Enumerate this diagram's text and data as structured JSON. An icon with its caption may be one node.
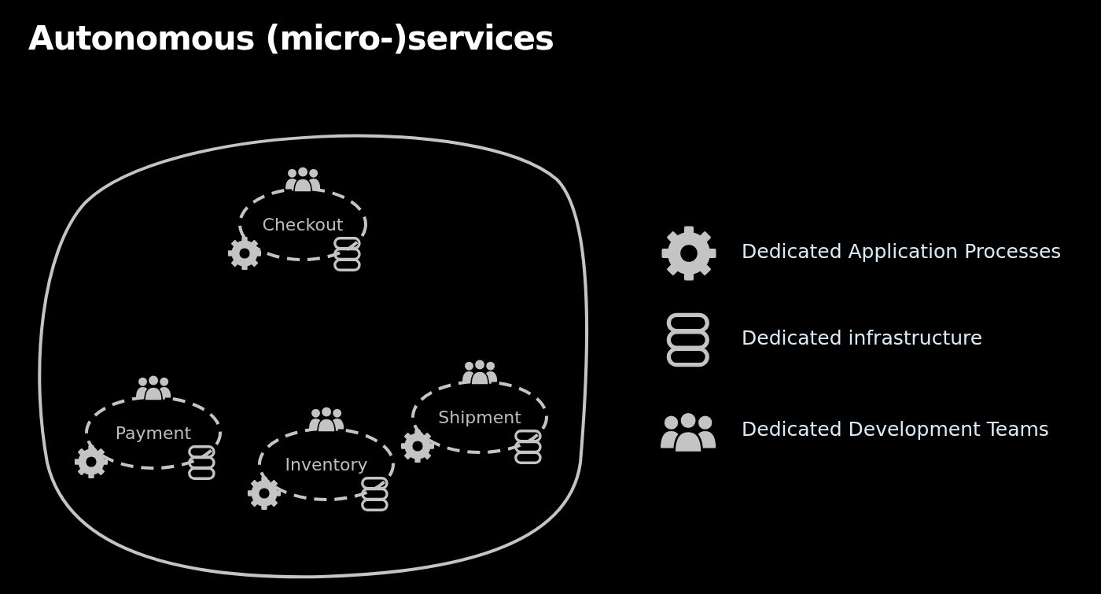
{
  "diagram": {
    "title": "Autonomous (micro-)services",
    "nodes": [
      {
        "text": [],
        "shape": "cloud"
      },
      {
        "text": [
          "Checkout"
        ],
        "in": 0
      },
      {
        "text": [
          "Payment"
        ],
        "in": 0
      },
      {
        "text": [
          "Inventory"
        ],
        "in": 0
      },
      {
        "text": [
          "Shipment"
        ],
        "in": 0
      }
    ],
    "edges": [],
    "legend": [
      {
        "text": "Dedicated Application Processes"
      },
      {
        "text": "Dedicated infrastructure"
      },
      {
        "text": "Dedicated Development Teams"
      }
    ]
  }
}
